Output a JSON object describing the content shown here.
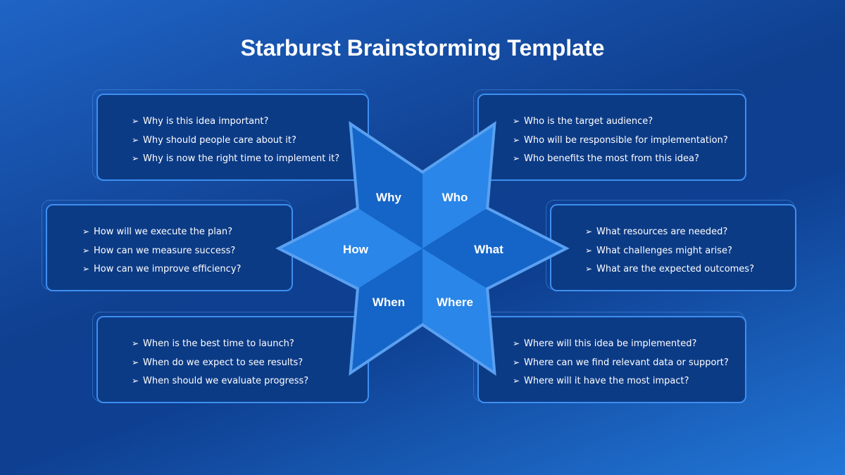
{
  "title": "Starburst Brainstorming Template",
  "segments": {
    "why": "Why",
    "who": "Who",
    "how": "How",
    "what": "What",
    "when": "When",
    "where": "Where"
  },
  "cards": {
    "why": [
      "Why is this idea important?",
      "Why should people care about it?",
      "Why is now the right time to implement it?"
    ],
    "who": [
      "Who is the target audience?",
      "Who will be responsible for implementation?",
      "Who benefits the most from this idea?"
    ],
    "how": [
      "How will we execute the plan?",
      "How can we measure success?",
      "How can we improve efficiency?"
    ],
    "what": [
      "What resources are needed?",
      "What challenges might arise?",
      "What are the expected outcomes?"
    ],
    "when": [
      "When is the best time to launch?",
      "When do we expect to see results?",
      "When should we evaluate progress?"
    ],
    "where": [
      "Where will this idea be implemented?",
      "Where can we find relevant data or support?",
      "Where will it have the most impact?"
    ]
  },
  "colors": {
    "background": "#0e3f91",
    "card_border": "#3d8ff0",
    "star_dark": "#1565c8",
    "star_light": "#2a86e8",
    "star_outline": "#5aa0f0"
  },
  "icons": {
    "bullet": "arrow-bullet-icon"
  }
}
